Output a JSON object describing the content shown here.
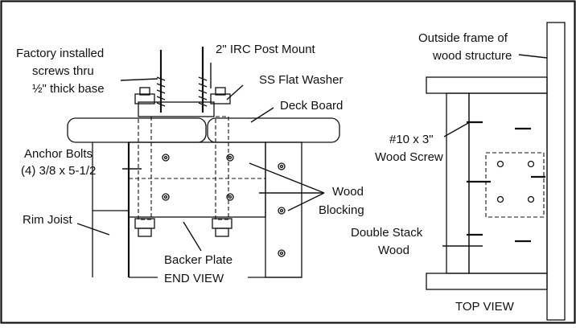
{
  "end_view": {
    "title": "END VIEW",
    "labels": {
      "screws_line1": "Factory installed",
      "screws_line2": "screws thru",
      "screws_line3": "½\" thick base",
      "post_mount": "2\" IRC Post Mount",
      "washer": "SS Flat Washer",
      "deck_board": "Deck Board",
      "anchor_line1": "Anchor Bolts",
      "anchor_line2": "(4) 3/8 x 5-1/2",
      "wood_line1": "Wood",
      "wood_line2": "Blocking",
      "rim_joist": "Rim Joist",
      "backer_plate": "Backer Plate"
    }
  },
  "top_view": {
    "title": "TOP VIEW",
    "labels": {
      "frame_line1": "Outside frame of",
      "frame_line2": "wood structure",
      "screw_line1": "#10 x 3\"",
      "screw_line2": "Wood Screw",
      "stack_line1": "Double Stack",
      "stack_line2": "Wood"
    }
  }
}
